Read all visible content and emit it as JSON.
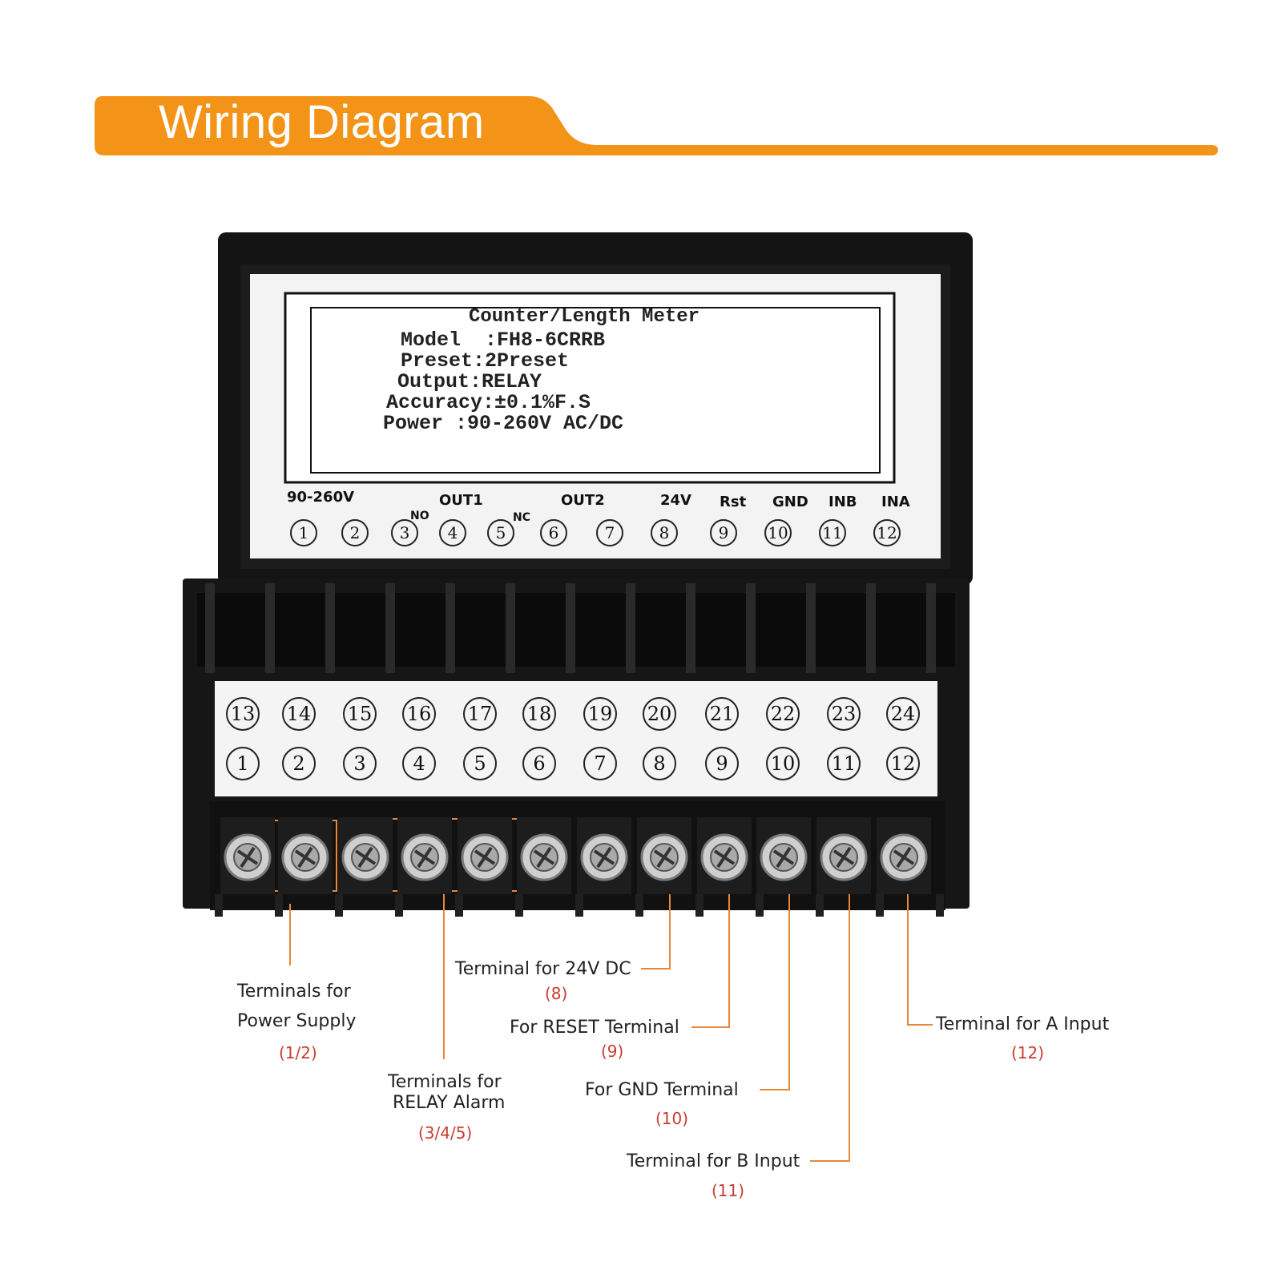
{
  "header": {
    "title": "Wiring Diagram",
    "accent_color": "#f39418"
  },
  "device": {
    "label": {
      "title": "Counter/Length Meter",
      "model": "Model  :FH8-6CRRB",
      "preset": "Preset:2Preset",
      "output": "Output:RELAY",
      "accuracy": "Accuracy:±0.1%F.S",
      "power": "Power :90-260V AC/DC"
    },
    "terminal_headers": {
      "power": "90-260V",
      "out1": "OUT1",
      "no": "NO",
      "nc": "NC",
      "out2": "OUT2",
      "v24": "24V",
      "rst": "Rst",
      "gnd": "GND",
      "inb": "INB",
      "ina": "INA"
    },
    "label_numbers": [
      "1",
      "2",
      "3",
      "4",
      "5",
      "6",
      "7",
      "8",
      "9",
      "10",
      "11",
      "12"
    ],
    "upper_row_numbers": [
      "13",
      "14",
      "15",
      "16",
      "17",
      "18",
      "19",
      "20",
      "21",
      "22",
      "23",
      "24"
    ],
    "lower_row_numbers": [
      "1",
      "2",
      "3",
      "4",
      "5",
      "6",
      "7",
      "8",
      "9",
      "10",
      "11",
      "12"
    ]
  },
  "callouts": {
    "power_supply": {
      "line1": "Terminals for",
      "line2": "Power Supply",
      "num": "(1/2)"
    },
    "relay_alarm": {
      "line1": "Terminals for",
      "line2": "RELAY Alarm",
      "num": "(3/4/5)"
    },
    "dc24": {
      "text": "Terminal for 24V DC",
      "num": "(8)"
    },
    "reset": {
      "text": "For RESET Terminal",
      "num": "(9)"
    },
    "gnd": {
      "text": "For GND Terminal",
      "num": "(10)"
    },
    "b_input": {
      "text": "Terminal for B Input",
      "num": "(11)"
    },
    "a_input": {
      "text": "Terminal for A Input",
      "num": "(12)"
    }
  }
}
